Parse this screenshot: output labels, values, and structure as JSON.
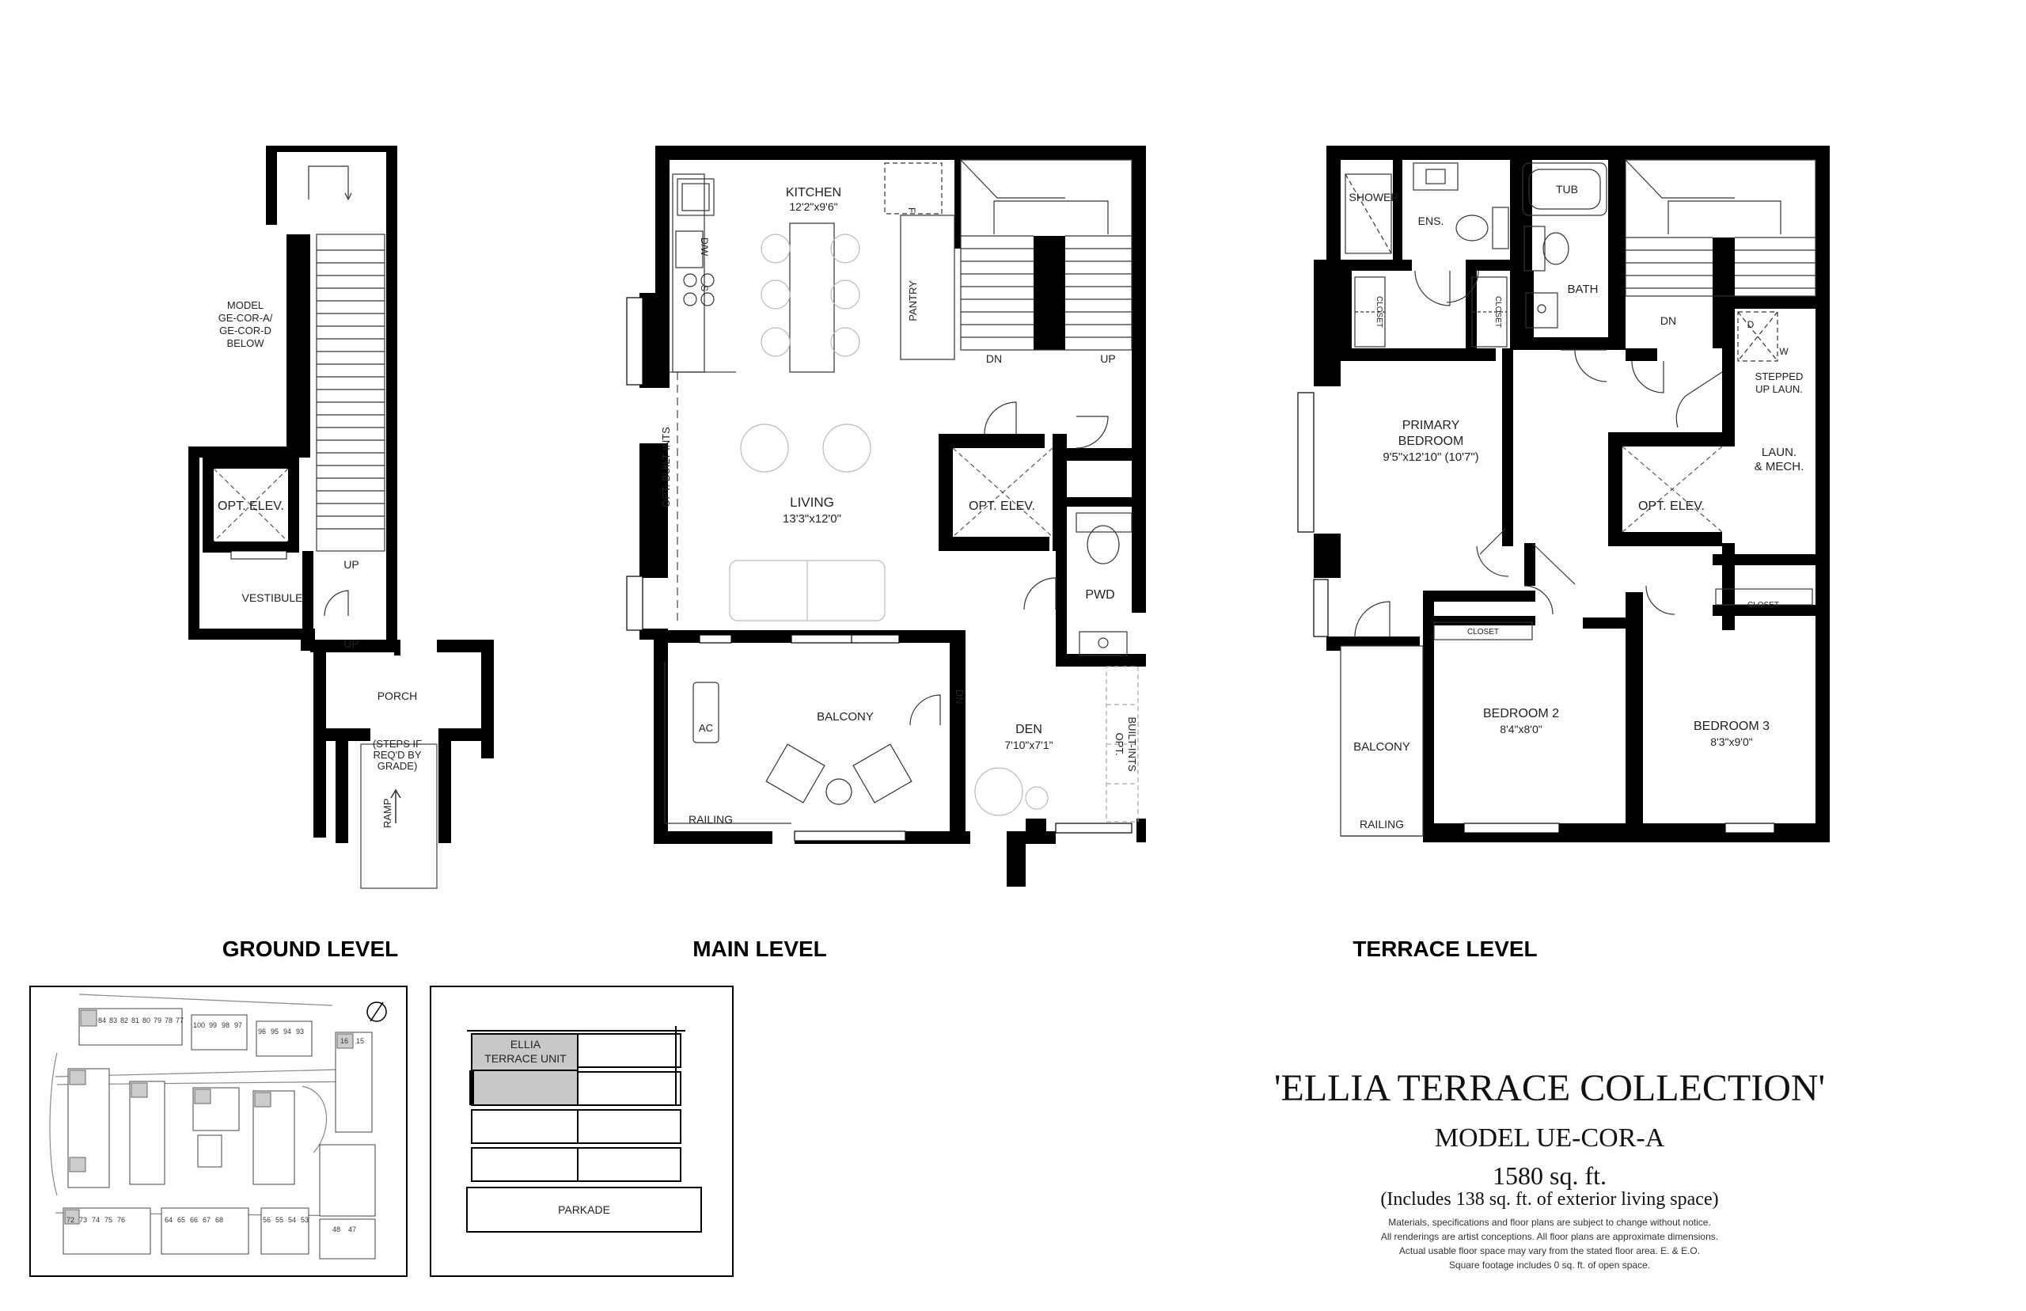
{
  "levels": {
    "ground": {
      "title": "GROUND LEVEL",
      "labels": {
        "model_note": [
          "MODEL",
          "GE-COR-A/",
          "GE-COR-D",
          "BELOW"
        ],
        "opt_elev": "OPT. ELEV.",
        "up_stair": "UP",
        "vestibule": "VESTIBULE",
        "up_porch": "UP",
        "porch": "PORCH",
        "steps_note": [
          "(STEPS IF",
          "REQ'D BY",
          "GRADE)"
        ],
        "ramp": "RAMP"
      }
    },
    "main": {
      "title": "MAIN LEVEL",
      "labels": {
        "kitchen": "KITCHEN",
        "kitchen_dim": "12'2\"x9'6\"",
        "dw": "D/W",
        "s": "S",
        "f": "F",
        "pantry": "PANTRY",
        "dn": "DN",
        "up": "UP",
        "opt_built_ins": "OPT. BUILT-INTS",
        "living": "LIVING",
        "living_dim": "13'3\"x12'0\"",
        "opt_elev": "OPT. ELEV.",
        "pwd": "PWD",
        "balcony": "BALCONY",
        "ac": "AC",
        "railing": "RAILING",
        "balcony_dn": "DN",
        "den": "DEN",
        "den_dim": "7'10\"x7'1\"",
        "opt": "OPT.",
        "built_ins": "BUILT-INTS"
      }
    },
    "terrace": {
      "title": "TERRACE LEVEL",
      "labels": {
        "shower": "SHOWER",
        "ens": "ENS.",
        "tub": "TUB",
        "bath": "BATH",
        "closet": "CLOSET",
        "dn": "DN",
        "d": "D",
        "w": "W",
        "stepped_up_laun": [
          "STEPPED",
          "UP LAUN."
        ],
        "laun_mech": [
          "LAUN.",
          "& MECH."
        ],
        "primary_bedroom": [
          "PRIMARY",
          "BEDROOM"
        ],
        "primary_dim": "9'5\"x12'10\" (10'7\")",
        "opt_elev": "OPT. ELEV.",
        "bedroom2": "BEDROOM 2",
        "bedroom2_dim": "8'4\"x8'0\"",
        "bedroom3": "BEDROOM 3",
        "bedroom3_dim": "8'3\"x9'0\"",
        "balcony": "BALCONY",
        "railing": "RAILING"
      }
    }
  },
  "keyplan": {
    "unit_numbers_row1": [
      "84",
      "83",
      "82",
      "81",
      "80",
      "79",
      "78",
      "77",
      "100",
      "99",
      "98",
      "97",
      "96",
      "95",
      "94",
      "93",
      "16",
      "15"
    ],
    "unit_numbers_row2": [
      "72",
      "73",
      "74",
      "75",
      "76",
      "64",
      "65",
      "66",
      "67",
      "68",
      "56",
      "55",
      "54",
      "53",
      "48",
      "47"
    ]
  },
  "section": {
    "unit_label": [
      "ELLIA",
      "TERRACE UNIT"
    ],
    "parkade": "PARKADE"
  },
  "title_block": {
    "collection": "'ELLIA TERRACE COLLECTION'",
    "model": "MODEL UE-COR-A",
    "area": "1580 sq. ft.",
    "includes": "(Includes 138 sq. ft. of exterior living space)",
    "disclaimer": [
      "Materials, specifications and floor plans are subject to change without notice.",
      "All renderings are artist conceptions. All floor plans are approximate dimensions.",
      "Actual usable floor space may vary from the stated floor area. E. & E.O.",
      "Square footage includes 0 sq. ft. of open space."
    ]
  },
  "colors": {
    "wall": "#000000",
    "highlight": "#c8c8c8",
    "furniture": "#bbbbbb"
  }
}
